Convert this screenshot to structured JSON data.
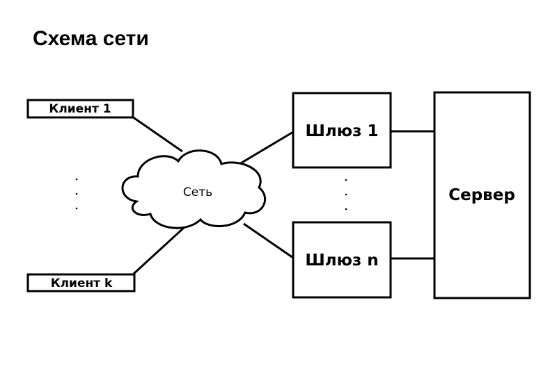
{
  "title": "Схема сети",
  "nodes": {
    "client_1": "Клиент 1",
    "client_k": "Клиент k",
    "network": "Сеть",
    "gateway_1": "Шлюз 1",
    "gateway_n": "Шлюз n",
    "server": "Сервер"
  },
  "colors": {
    "stroke": "#000000",
    "background": "#ffffff"
  }
}
